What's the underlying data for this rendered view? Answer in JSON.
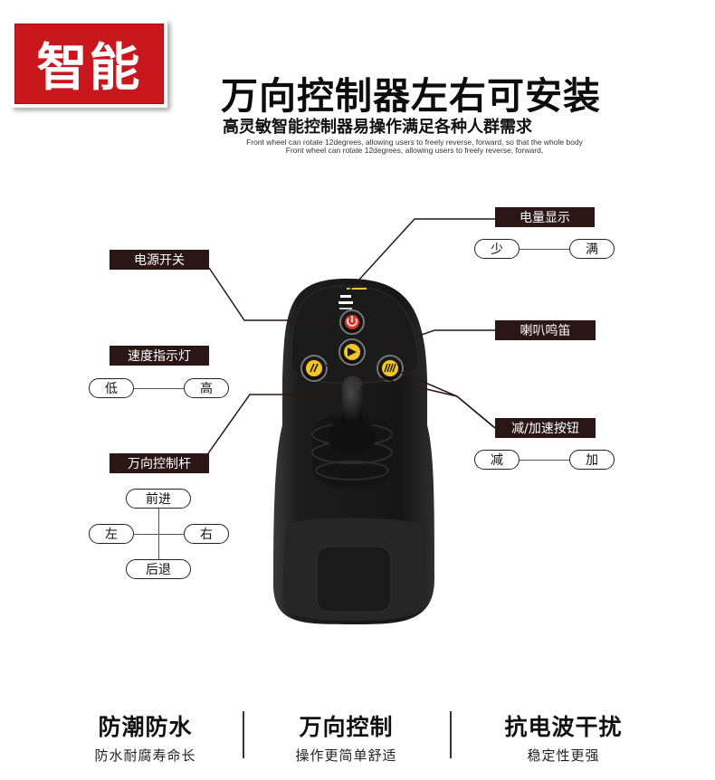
{
  "badge": {
    "text": "智能"
  },
  "heading": {
    "title": "万向控制器左右可安装",
    "subtitle": "高灵敏智能控制器易操作满足各种人群需求",
    "note_line1": "Front wheel can rotate 12degrees, allowing users to freely reverse, forward, so that the whole body",
    "note_line2": "Front wheel can rotate 12degrees, allowing users to freely reverse, forward,"
  },
  "callouts": {
    "battery": {
      "label": "电量显示",
      "low": "少",
      "high": "满"
    },
    "power": {
      "label": "电源开关"
    },
    "horn": {
      "label": "喇叭鸣笛"
    },
    "speed_indicator": {
      "label": "速度指示灯",
      "low": "低",
      "high": "高"
    },
    "speed_buttons": {
      "label": "减/加速按钮",
      "minus": "减",
      "plus": "加"
    },
    "joystick": {
      "label": "万向控制杆",
      "forward": "前进",
      "left": "左",
      "right": "右",
      "back": "后退"
    }
  },
  "features": [
    {
      "title": "防潮防水",
      "sub": "防水耐腐寿命长"
    },
    {
      "title": "万向控制",
      "sub": "操作更简单舒适"
    },
    {
      "title": "抗电波干扰",
      "sub": "稳定性更强"
    }
  ],
  "colors": {
    "badge_red": "#c8181e",
    "tag_bg": "#2a1715",
    "body_dark": "#1c1c1c",
    "button_yellow": "#f3c623",
    "power_red": "#d23a2a"
  }
}
